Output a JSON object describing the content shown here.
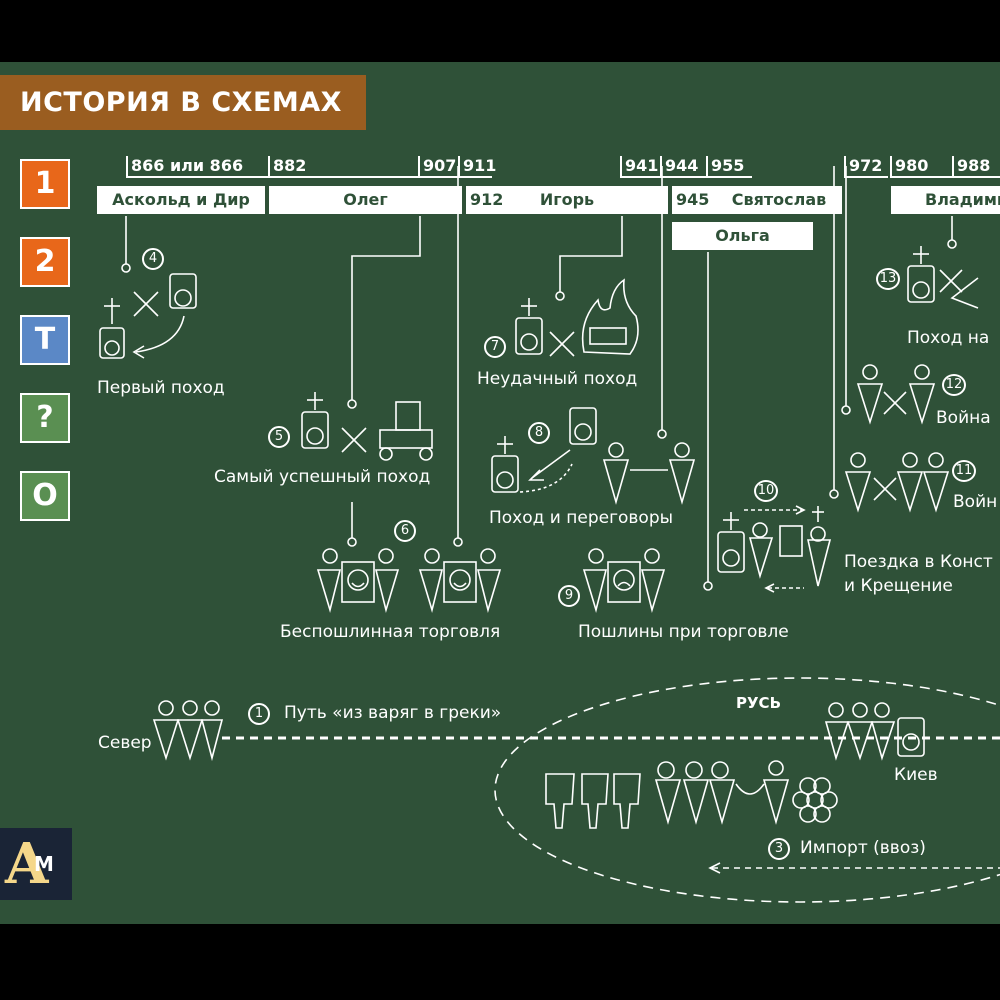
{
  "title": "ИСТОРИЯ В СХЕМАХ",
  "side_buttons": [
    "1",
    "2",
    "Т",
    "?",
    "О"
  ],
  "timeline": {
    "dates": {
      "d866": "866 или 866",
      "d882": "882",
      "d907": "907",
      "d911": "911",
      "d941": "941",
      "d944": "944",
      "d955": "955",
      "d972": "972",
      "d980": "980",
      "d988": "988",
      "d912": "912",
      "d945": "945"
    },
    "rulers": {
      "askold": "Аскольд и Дир",
      "oleg": "Олег",
      "igor": "Игорь",
      "svyatoslav": "Святослав",
      "olga": "Ольга",
      "vladimir": "Владими"
    }
  },
  "events": {
    "e4": {
      "num": "4",
      "label": "Первый поход"
    },
    "e5": {
      "num": "5",
      "label": "Самый успешный поход"
    },
    "e6": {
      "num": "6",
      "label": "Беспошлинная торговля"
    },
    "e7": {
      "num": "7",
      "label": "Неудачный поход"
    },
    "e8": {
      "num": "8",
      "label": "Поход и переговоры"
    },
    "e9": {
      "num": "9",
      "label": "Пошлины при торговле"
    },
    "e10": {
      "num": "10",
      "label1": "Поездка в Конст",
      "label2": "и Крещение"
    },
    "e11": {
      "num": "11",
      "label": "Войн"
    },
    "e12": {
      "num": "12",
      "label": "Война"
    },
    "e13": {
      "num": "13",
      "label": "Поход на"
    }
  },
  "trade": {
    "route_num": "1",
    "route_label": "Путь «из варяг в греки»",
    "north": "Север",
    "rus": "РУСЬ",
    "kiev": "Киев",
    "import_num": "3",
    "import_label": "Импорт (ввоз)"
  },
  "logo": {
    "a": "А",
    "m": "М"
  },
  "colors": {
    "background": "#2f5138",
    "title_bar": "#9a5d20",
    "orange": "#e8671a",
    "blue": "#5b88c6",
    "green": "#5a8f52"
  }
}
